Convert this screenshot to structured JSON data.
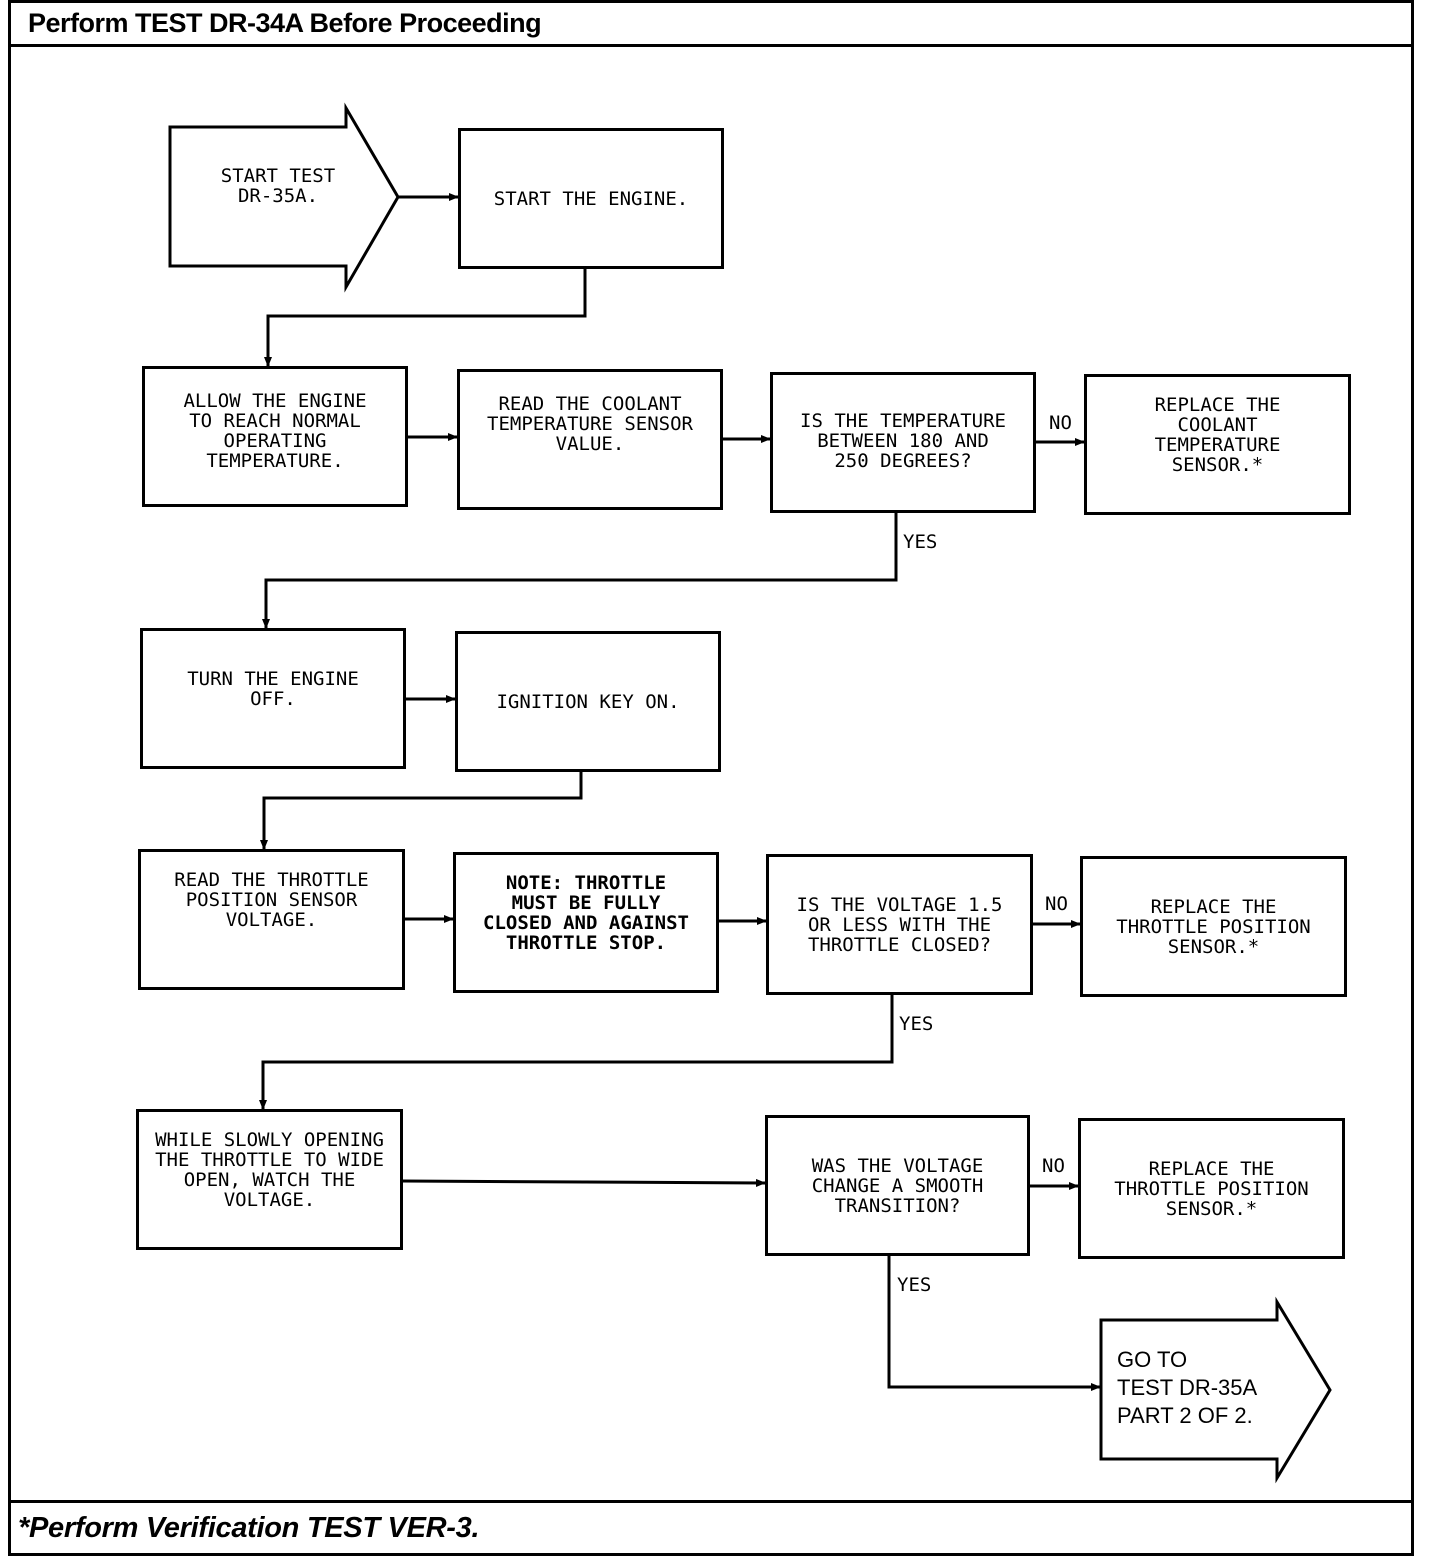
{
  "header": {
    "title": "Perform TEST DR-34A Before Proceeding"
  },
  "footer": {
    "note": "*Perform Verification TEST VER-3."
  },
  "flow": {
    "start": "START TEST\nDR-35A.",
    "start_engine": "START THE ENGINE.",
    "allow_engine": "ALLOW THE ENGINE\nTO REACH NORMAL\nOPERATING\nTEMPERATURE.",
    "read_coolant": "READ THE COOLANT\nTEMPERATURE SENSOR\nVALUE.",
    "temp_question": "IS THE TEMPERATURE\nBETWEEN 180 AND\n250 DEGREES?",
    "replace_coolant": "REPLACE THE\nCOOLANT\nTEMPERATURE\nSENSOR.*",
    "turn_off": "TURN THE ENGINE\nOFF.",
    "ignition_on": "IGNITION KEY ON.",
    "read_tps": "READ THE THROTTLE\nPOSITION SENSOR\nVOLTAGE.",
    "note_throttle": "NOTE: THROTTLE\nMUST BE FULLY\nCLOSED AND AGAINST\nTHROTTLE STOP.",
    "voltage_question": "IS THE VOLTAGE 1.5\nOR LESS WITH THE\nTHROTTLE CLOSED?",
    "replace_tps_1": "REPLACE THE\nTHROTTLE POSITION\nSENSOR.*",
    "open_throttle": "WHILE SLOWLY OPENING\nTHE THROTTLE TO WIDE\nOPEN, WATCH THE\nVOLTAGE.",
    "smooth_question": "WAS THE VOLTAGE\nCHANGE A SMOOTH\nTRANSITION?",
    "replace_tps_2": "REPLACE THE\nTHROTTLE POSITION\nSENSOR.*",
    "goto": "GO TO\nTEST DR-35A\nPART 2 OF 2.",
    "no_label": "NO",
    "yes_label": "YES"
  }
}
